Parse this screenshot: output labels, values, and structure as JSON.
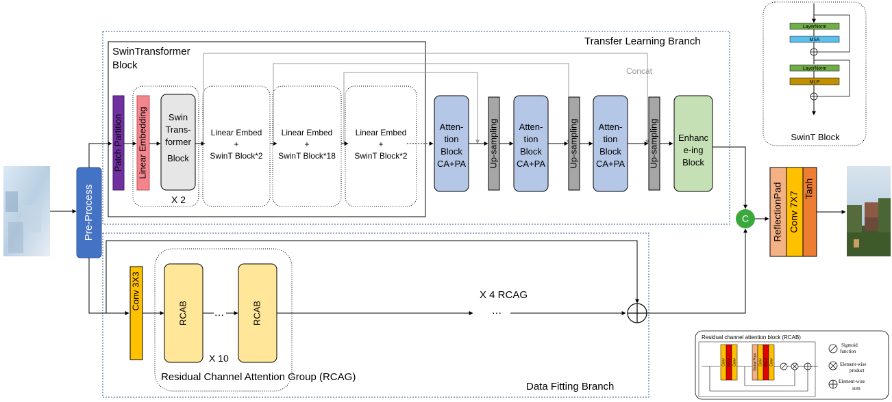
{
  "branches": {
    "transfer": "Transfer Learning Branch",
    "data_fitting": "Data Fitting Branch"
  },
  "preprocess": "Pre-Process",
  "swin_group": {
    "title_line1": "SwinTransformer",
    "title_line2": "Block",
    "patch_partition": "Patch Partition",
    "linear_embedding": "Linear Embedding",
    "swin_block_lines": [
      "Swin",
      "Trans-",
      "former",
      "Block"
    ],
    "repeat": "X 2",
    "stages": [
      {
        "line1": "Linear Embed",
        "line2": "+",
        "line3": "SwinT Block*2"
      },
      {
        "line1": "Linear Embed",
        "line2": "+",
        "line3": "SwinT Block*18"
      },
      {
        "line1": "Linear Embed",
        "line2": "+",
        "line3": "SwinT Block*2"
      }
    ]
  },
  "concat": "Concat",
  "attention_blocks": [
    {
      "lines": [
        "Atten-",
        "tion",
        "Block",
        "CA+PA"
      ]
    },
    {
      "lines": [
        "Atten-",
        "tion",
        "Block",
        "CA+PA"
      ]
    },
    {
      "lines": [
        "Atten-",
        "tion",
        "Block",
        "CA+PA"
      ]
    }
  ],
  "upsampling": "Up-sampling",
  "enhancing_block": [
    "Enhanc",
    "e-ing",
    "Block"
  ],
  "concat_node": "C",
  "output_layers": [
    "ReflectionPad",
    "Conv 7X7",
    "Tanh"
  ],
  "data_branch": {
    "conv": "Conv 3X3",
    "rcab": "RCAB",
    "dots": "…",
    "repeat": "X 10",
    "rcag_label": "Residual Channel Attention Group (RCAG)",
    "rcag_repeat": "X 4 RCAG",
    "rcag_dots": "…"
  },
  "swint_inset": {
    "title": "SwinT Block",
    "layers": [
      "LayerNorm",
      "MSA",
      "LayerNorm",
      "MLP"
    ]
  },
  "rcab_inset": {
    "title": "Residual channel attention block (RCAB)",
    "left_layers": [
      "Conv",
      "ReLU",
      "Conv"
    ],
    "right_layers": [
      "Global Pool",
      "Conv",
      "ReLU",
      "Conv"
    ],
    "legend": [
      {
        "symbol": "sigmoid",
        "lines": [
          "Sigmoid",
          "function"
        ]
      },
      {
        "symbol": "product",
        "lines": [
          "Element-wise",
          "product"
        ]
      },
      {
        "symbol": "sum",
        "lines": [
          "Element-wise",
          "sum"
        ]
      }
    ]
  },
  "colors": {
    "patch_partition": "#7030a0",
    "linear_embedding": "#f4858e",
    "swin_block": "#e6e6e6",
    "attention": "#b4c7e7",
    "upsampling": "#a6a6a6",
    "enhancing": "#c5e0b4",
    "preprocess": "#4472c4",
    "concat_node": "#3aa83a",
    "reflection_pad": "#f4b183",
    "conv7": "#ffc000",
    "tanh": "#ed7d31",
    "rcab": "#ffe699",
    "conv3": "#ffc000",
    "branch_border": "#2f5597"
  }
}
